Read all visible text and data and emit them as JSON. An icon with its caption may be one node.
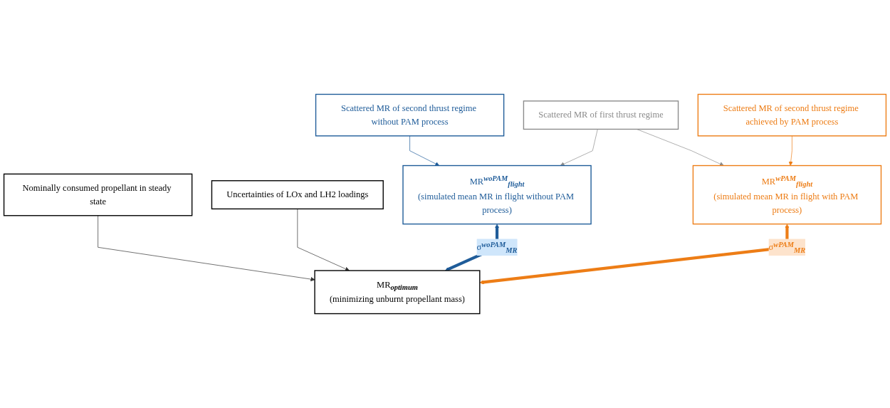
{
  "diagram": {
    "nodes": [
      {
        "text": [
          "Nominally consumed propellant in steady state"
        ]
      },
      {
        "text": [
          "Uncertainties of LOx and LH2 loadings"
        ]
      },
      {
        "text": [
          "Scattered MR of first thrust regime"
        ]
      },
      {
        "text": [
          "Scattered MR of second thrust regime without PAM process"
        ]
      },
      {
        "text": [
          "Scattered MR of second thrust regime achieved by PAM process"
        ]
      },
      {
        "text": [
          "MR$^{woPAM}$$_{flight}$",
          "(simulated mean MR in flight without PAM process)"
        ]
      },
      {
        "text": [
          "MR$^{wPAM}$$_{flight}$",
          "(simulated mean MR in flight with PAM process)"
        ]
      },
      {
        "text": [
          "MR$_{optimum}$",
          "(minimizing unburnt propellant mass)"
        ]
      }
    ],
    "edges": [
      {
        "from": 0,
        "to": 7,
        "arrow": "to"
      },
      {
        "from": 1,
        "to": 7,
        "arrow": "to"
      },
      {
        "from": 2,
        "to": 5,
        "arrow": "to",
        "color": "#8c8c8c"
      },
      {
        "from": 2,
        "to": 6,
        "arrow": "to",
        "color": "#8c8c8c"
      },
      {
        "from": 3,
        "to": 5,
        "arrow": "to",
        "color": "#1f5c99"
      },
      {
        "from": 4,
        "to": 6,
        "arrow": "to",
        "color": "#ed7d16"
      },
      {
        "from": 5,
        "to": 7,
        "arrow": "both",
        "style": "thick",
        "color": "#1f5c99",
        "label": "σ$^{woPAM}$$_{MR}$"
      },
      {
        "from": 6,
        "to": 7,
        "arrow": "both",
        "style": "thick",
        "color": "#ed7d16",
        "label": "σ$^{wPAM}$$_{MR}$"
      }
    ]
  }
}
